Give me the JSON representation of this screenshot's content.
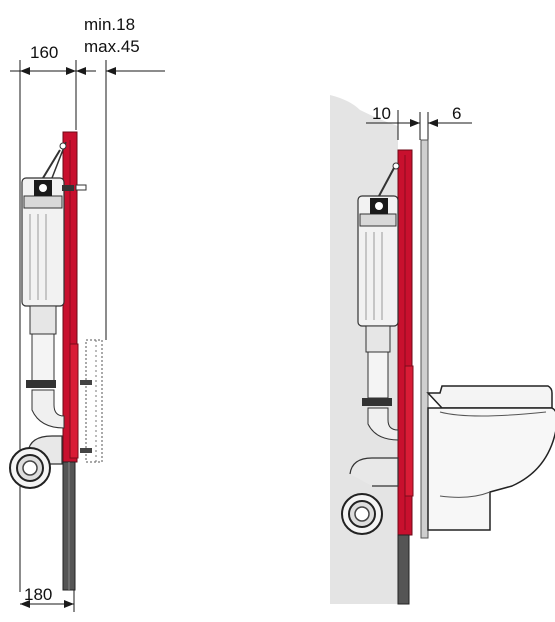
{
  "dimensions": {
    "depth_top": "160",
    "gap_min": "min.18",
    "gap_max": "max.45",
    "depth_bottom": "180",
    "wall_offset": "10",
    "board_thickness": "6"
  },
  "colors": {
    "frame_red": "#c8102e",
    "frame_dark": "#4a4a4a",
    "wall_grey": "#e4e4e4",
    "line": "#1a1a1a"
  }
}
